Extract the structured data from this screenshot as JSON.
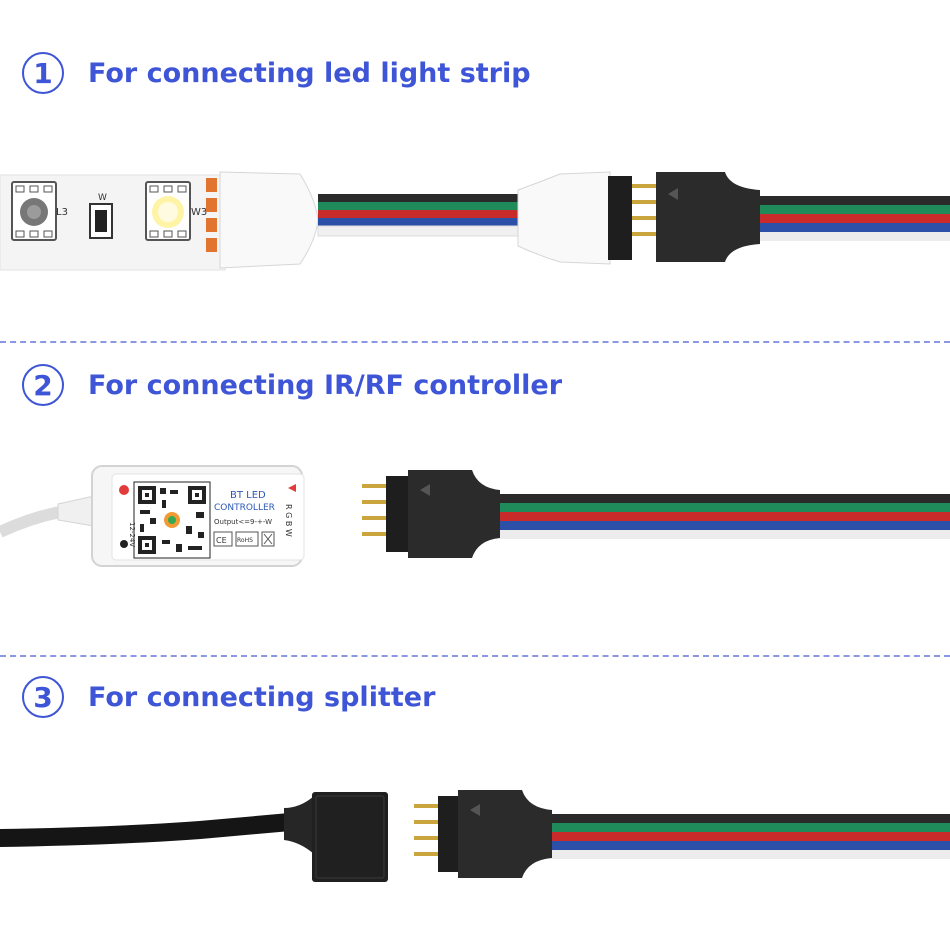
{
  "sections": [
    {
      "number": "1",
      "label": "For connecting led light strip"
    },
    {
      "number": "2",
      "label": "For connecting IR/RF controller"
    },
    {
      "number": "3",
      "label": "For connecting splitter"
    }
  ],
  "strip": {
    "label_l3": "L3",
    "label_w": "W",
    "label_w3": "W3"
  },
  "controller": {
    "title_line1": "BT LED",
    "title_line2": "CONTROLLER",
    "output": "Output<=9-+-W",
    "voltage": "12-24V",
    "pins": "R G B W",
    "mark_ce": "CE",
    "mark_rohs": "RoHS"
  },
  "colors": {
    "accent": "#3d55d6",
    "wire_black": "#2a2a2a",
    "wire_green": "#1f8a5a",
    "wire_red": "#c92a2a",
    "wire_blue": "#2c4fa8",
    "wire_white": "#ececec"
  }
}
